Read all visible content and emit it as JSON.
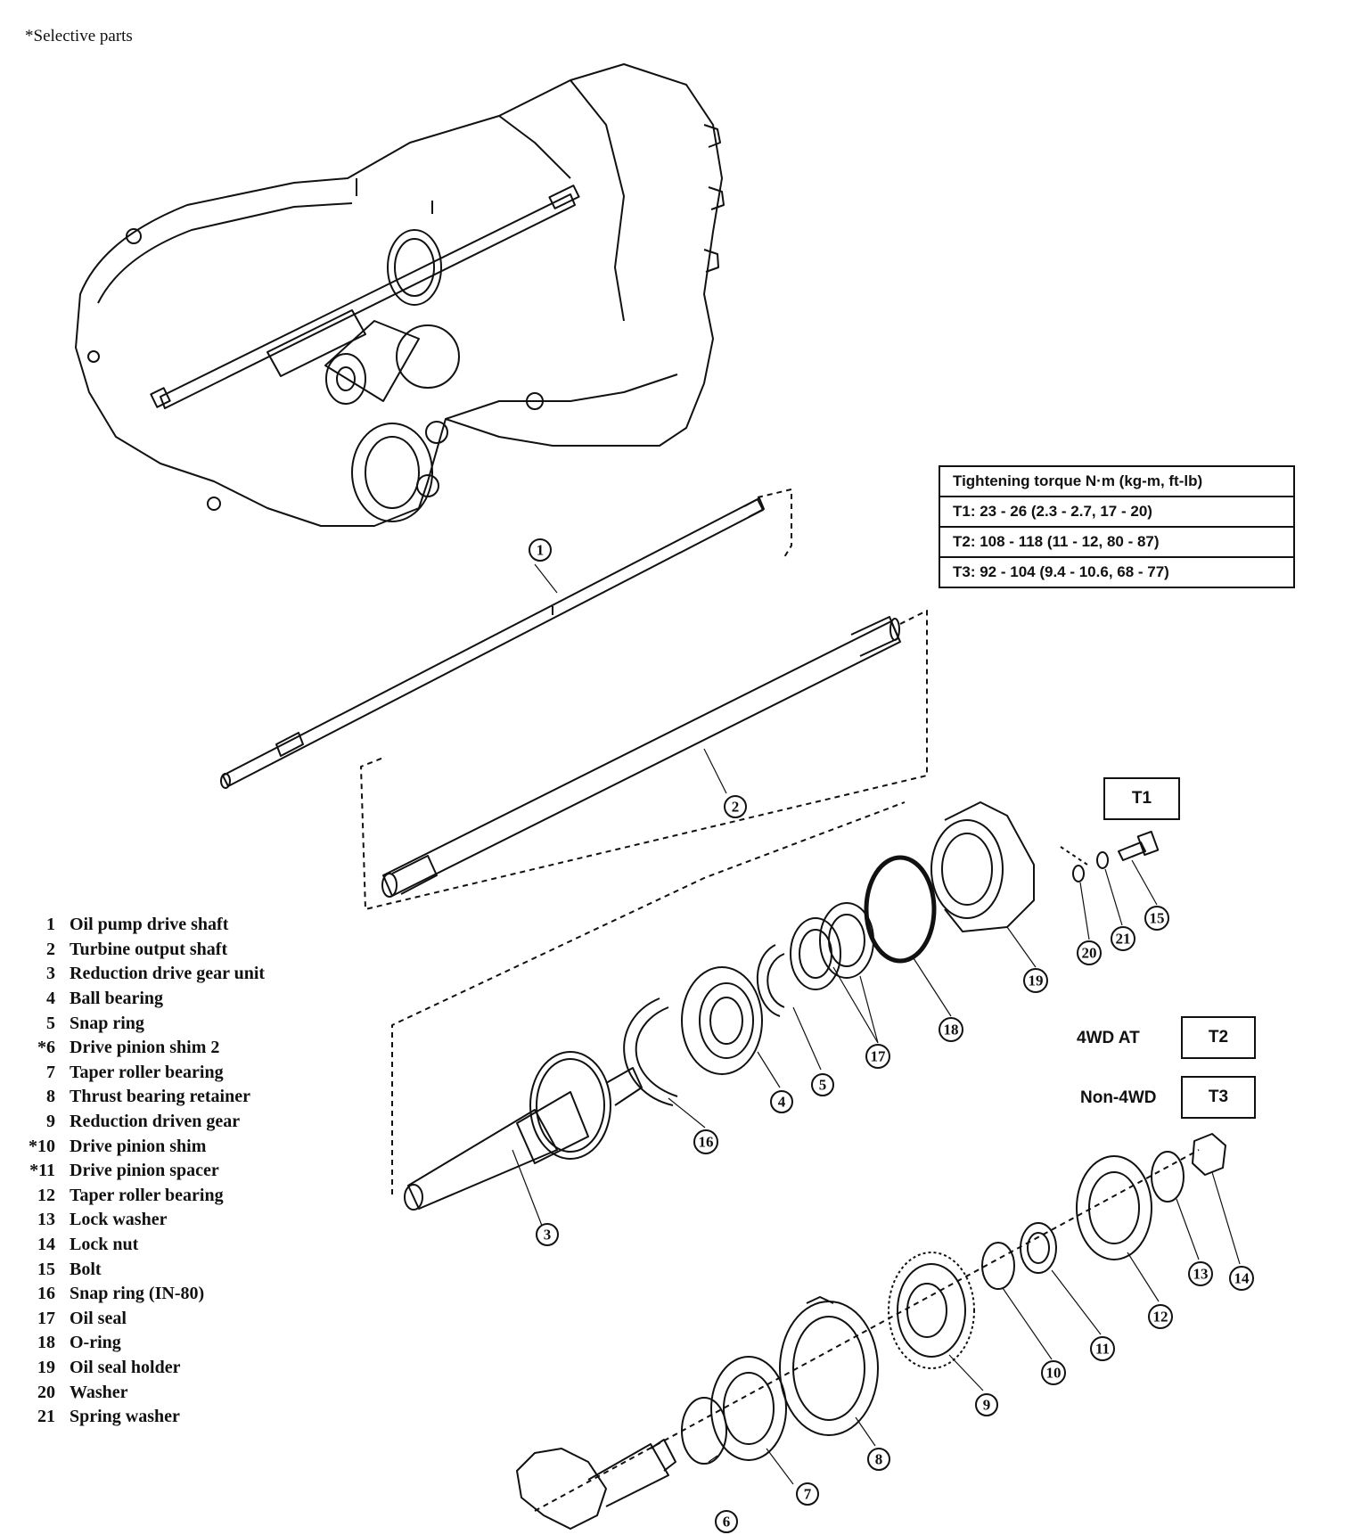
{
  "note": "*Selective parts",
  "torque_table": {
    "header": "Tightening torque N·m (kg-m, ft-lb)",
    "rows": [
      "T1:  23 - 26 (2.3 - 2.7, 17 - 20)",
      "T2:  108 - 118 (11 - 12, 80 - 87)",
      "T3:  92 - 104 (9.4 - 10.6, 68 - 77)"
    ]
  },
  "torque_tags": {
    "t1": "T1",
    "t2": "T2",
    "t3": "T3"
  },
  "variants": {
    "awd": "4WD AT",
    "non_awd": "Non-4WD"
  },
  "parts": [
    {
      "num": "1",
      "name": "Oil pump drive shaft"
    },
    {
      "num": "2",
      "name": "Turbine output shaft"
    },
    {
      "num": "3",
      "name": "Reduction drive gear unit"
    },
    {
      "num": "4",
      "name": "Ball bearing"
    },
    {
      "num": "5",
      "name": "Snap ring"
    },
    {
      "num": "*6",
      "name": "Drive pinion shim 2"
    },
    {
      "num": "7",
      "name": "Taper roller bearing"
    },
    {
      "num": "8",
      "name": "Thrust bearing retainer"
    },
    {
      "num": "9",
      "name": "Reduction driven gear"
    },
    {
      "num": "*10",
      "name": "Drive pinion shim"
    },
    {
      "num": "*11",
      "name": "Drive pinion spacer"
    },
    {
      "num": "12",
      "name": "Taper roller bearing"
    },
    {
      "num": "13",
      "name": "Lock washer"
    },
    {
      "num": "14",
      "name": "Lock nut"
    },
    {
      "num": "15",
      "name": "Bolt"
    },
    {
      "num": "16",
      "name": "Snap ring (IN-80)"
    },
    {
      "num": "17",
      "name": "Oil seal"
    },
    {
      "num": "18",
      "name": "O-ring"
    },
    {
      "num": "19",
      "name": "Oil seal holder"
    },
    {
      "num": "20",
      "name": "Washer"
    },
    {
      "num": "21",
      "name": "Spring washer"
    }
  ],
  "callouts": [
    "1",
    "2",
    "3",
    "4",
    "5",
    "6",
    "7",
    "8",
    "9",
    "10",
    "11",
    "12",
    "13",
    "14",
    "15",
    "16",
    "17",
    "18",
    "19",
    "20",
    "21"
  ]
}
